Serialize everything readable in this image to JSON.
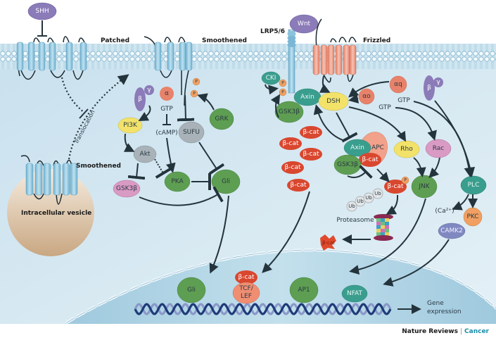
{
  "title": "Hedgehog and Wnt signalling pathways",
  "labels": {
    "shh": "SHH",
    "patched": "Patched",
    "smoothened_membrane": "Smoothened",
    "smoothened_vesicle": "Smoothened",
    "intracellular_vesicle": "Intracellular vesicle",
    "translocation": "Translocation",
    "lrp": "LRP5/6",
    "wnt": "Wnt",
    "frizzled": "Frizzled",
    "gene_expression_1": "Gene",
    "gene_expression_2": "expression",
    "proteasome": "Proteasome",
    "gtp_hh": "GTP",
    "camp": "(cAMP)",
    "gtp_wnt_1": "GTP",
    "gtp_wnt_2": "GTP",
    "ca": "(Ca²⁺)"
  },
  "nodes": {
    "beta_hh": "β",
    "gamma_hh": "γ",
    "alpha_hh": "α",
    "p1": "P",
    "p2": "P",
    "pi3k": "PI3K",
    "akt": "Akt",
    "gsk3b_hh": "GSK3β",
    "pka": "PKA",
    "sufu": "SUFU",
    "grk": "GRK",
    "gli_cyto": "Gli",
    "cki": "CKI",
    "p3": "P",
    "p4": "P",
    "axin_top": "Axin",
    "dsh": "DSH",
    "gsk3b_top": "GSK3β",
    "alpha_o": "αo",
    "alpha_q": "αq",
    "beta_wnt": "β",
    "gamma_wnt": "γ",
    "bcat_free": [
      "β-cat",
      "β-cat",
      "β-cat",
      "β-cat",
      "β-cat"
    ],
    "axin_complex": "Axin",
    "apc": "APC",
    "gsk3b_complex": "GSK3β",
    "bcat_complex": "β-cat",
    "bcat_p": "β-cat",
    "p5": "P",
    "ub": [
      "Ub",
      "Ub",
      "Ub",
      "Ub"
    ],
    "bcat_degraded": "β-cat",
    "rho": "Rho",
    "rac": "Rac",
    "jnk": "JNK",
    "plc": "PLC",
    "pkc": "PKC",
    "camk2": "CAMK2",
    "gli_nuc": "Gli",
    "bcat_nuc": "β-cat",
    "tcf": "TCF/",
    "lef": "LEF",
    "ap1": "AP1",
    "nfat": "NFAT"
  },
  "footer": {
    "journal": "Nature Reviews",
    "section": "Cancer"
  },
  "colors": {
    "purple": "#8b7bb8",
    "salmon": "#e8826a",
    "green": "#5e9e52",
    "teal": "#3a9e8e",
    "yellow": "#f2e26a",
    "grey": "#a8b2b8",
    "pink": "#d99ac4",
    "red": "#d9472f",
    "orange": "#f0a062",
    "membrane": "#a9d3e6",
    "cytoplasm": "#d6e9f2",
    "nucleus": "#a8d0e3",
    "accent": "#1a8ea8"
  }
}
